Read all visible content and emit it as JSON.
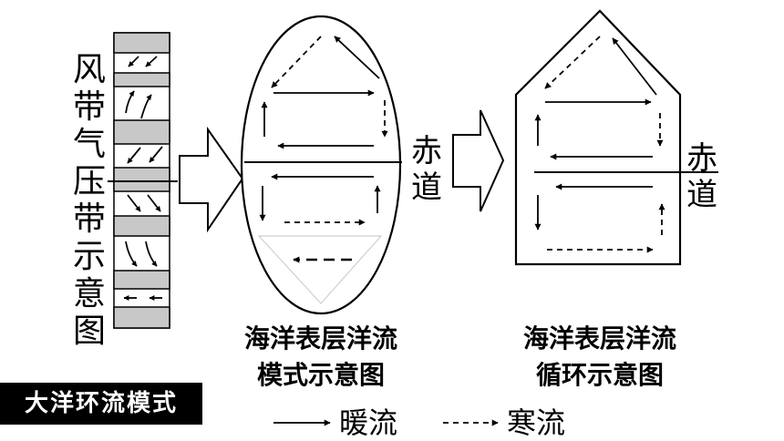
{
  "wind_belt_label": [
    "风",
    "带",
    "气",
    "压",
    "带",
    "示",
    "意",
    "图"
  ],
  "equator_label_1": [
    "赤",
    "道"
  ],
  "equator_label_2": [
    "赤",
    "道"
  ],
  "caption_model": [
    "海洋表层洋流",
    "模式示意图"
  ],
  "caption_circulation": [
    "海洋表层洋流",
    "循环示意图"
  ],
  "badge_title": "大洋环流模式",
  "legend": {
    "warm": "暖流",
    "cold": "寒流"
  }
}
